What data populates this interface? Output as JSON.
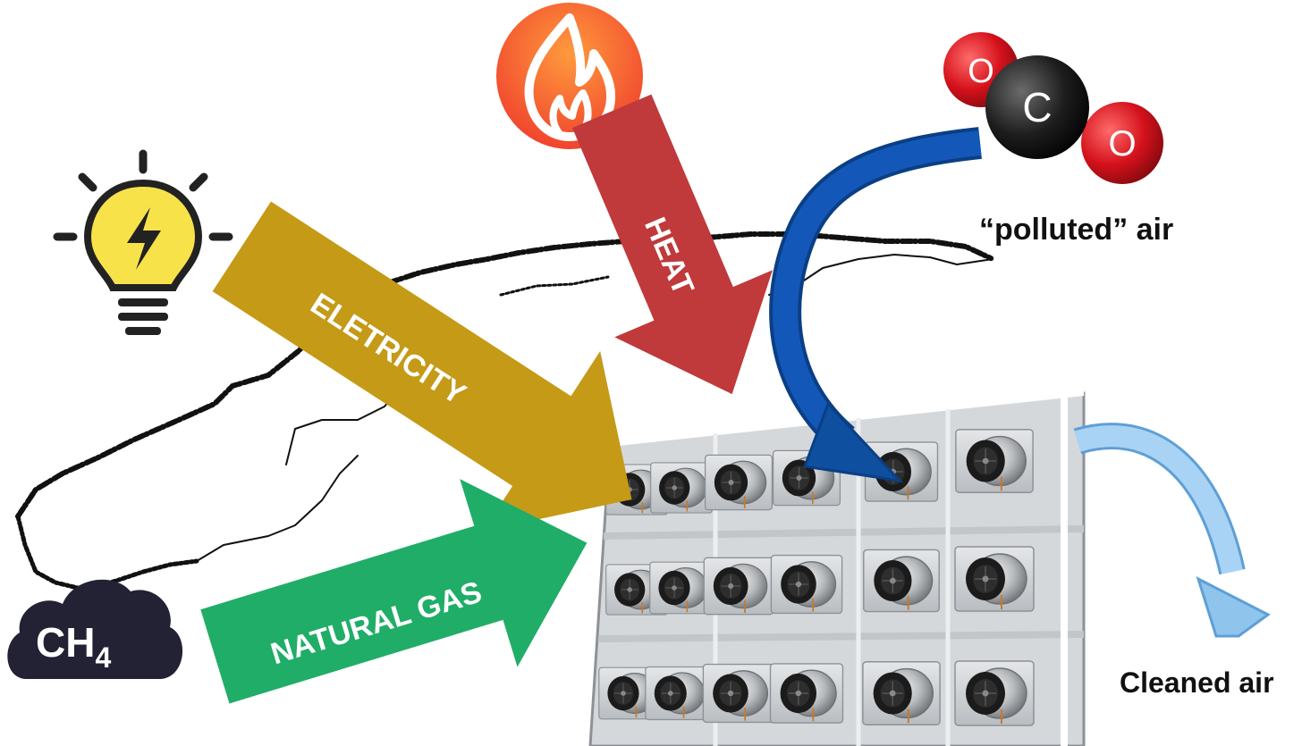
{
  "labels": {
    "heat": "HEAT",
    "electricity": "ELETRICITY",
    "natural_gas": "NATURAL GAS",
    "polluted_air": "“polluted” air",
    "cleaned_air": "Cleaned air"
  },
  "molecule": {
    "left_atom": "O",
    "center_atom": "C",
    "right_atom": "O"
  },
  "methane_badge": {
    "prefix": "CH",
    "subscript": "4"
  },
  "colors": {
    "heat_arrow": "#c0393b",
    "electricity_arrow": "#c49a17",
    "natural_gas_arrow": "#20ad68",
    "co2_flow_arrow": "#0f4fa0",
    "clean_air_arrow": "#8fc4ec",
    "flame_badge": "#f2512b",
    "bulb_fill": "#f8e24a",
    "methane_cloud": "#222234",
    "oxygen_atom": "#d4111b",
    "carbon_atom": "#1d1d1d"
  },
  "icons": [
    "flame-icon",
    "lightbulb-icon",
    "co2-molecule-icon",
    "methane-cloud-icon",
    "norway-map-outline",
    "dac-unit-machine"
  ]
}
